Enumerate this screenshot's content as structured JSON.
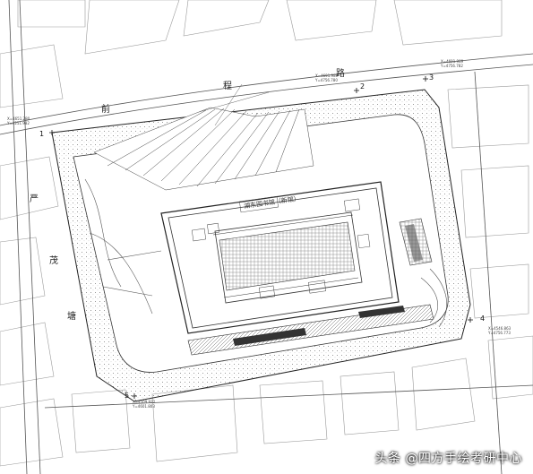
{
  "roads": {
    "north_chars": [
      "前",
      "程",
      "路"
    ],
    "west_chars": [
      "严",
      "茂",
      "塘"
    ]
  },
  "building": {
    "title": "湖东图书馆（新馆）"
  },
  "survey_points": [
    {
      "num": "1",
      "coord": "X=4651.280\nY=4251.982"
    },
    {
      "num": "2",
      "coord": "X=4691.989\nY=4756.780"
    },
    {
      "num": "3",
      "coord": "X=4691.989\nY=4756.782"
    },
    {
      "num": "4",
      "coord": "X=4546.863\nY=4756.773"
    },
    {
      "num": "5",
      "coord": "X=4509.922\nY=4601.803"
    }
  ],
  "watermark": "头条 @四方手绘考研中心",
  "colors": {
    "line": "#333333",
    "light_line": "#9a9a9a",
    "hatch": "#555555",
    "background": "#ffffff"
  }
}
